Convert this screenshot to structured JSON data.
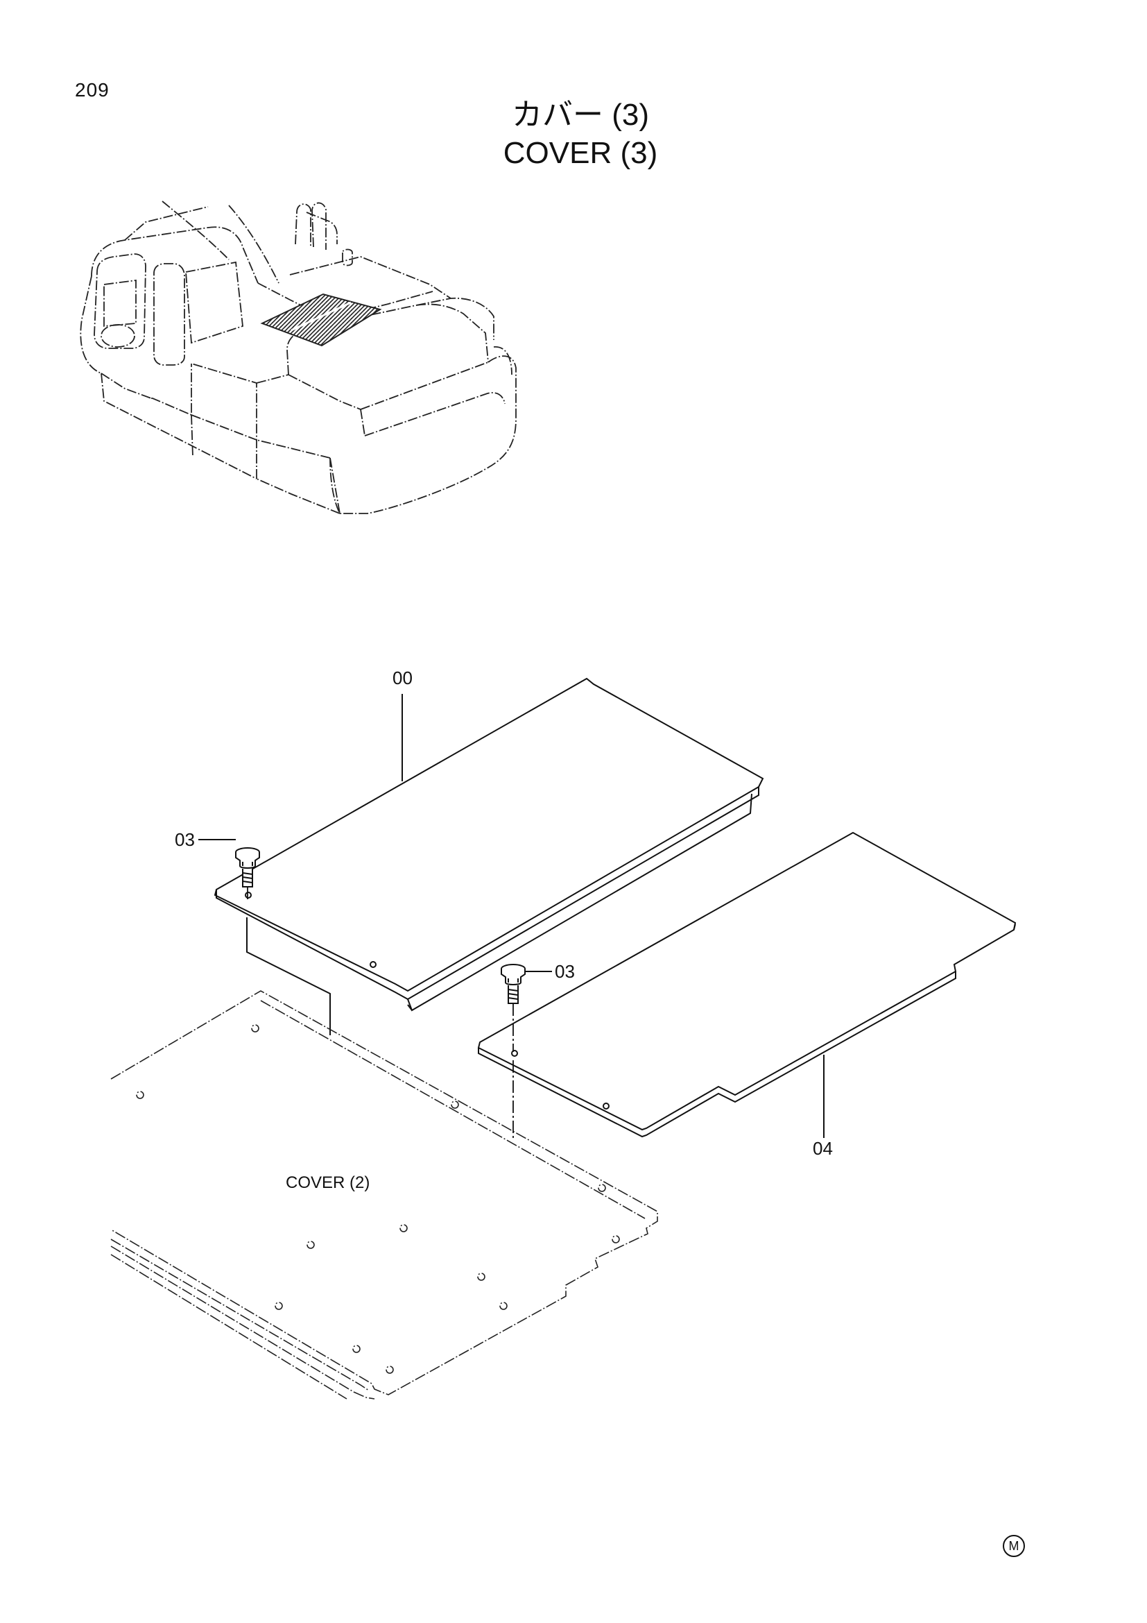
{
  "page": {
    "number": "209",
    "title_jp": "カバー (3)",
    "title_en": "COVER (3)",
    "footer_mark": "M"
  },
  "diagram": {
    "callouts": [
      {
        "id": "part-00",
        "label": "00"
      },
      {
        "id": "part-03-left",
        "label": "03"
      },
      {
        "id": "part-03-right",
        "label": "03"
      },
      {
        "id": "part-04",
        "label": "04"
      }
    ],
    "reference_note": "COVER (2)"
  }
}
